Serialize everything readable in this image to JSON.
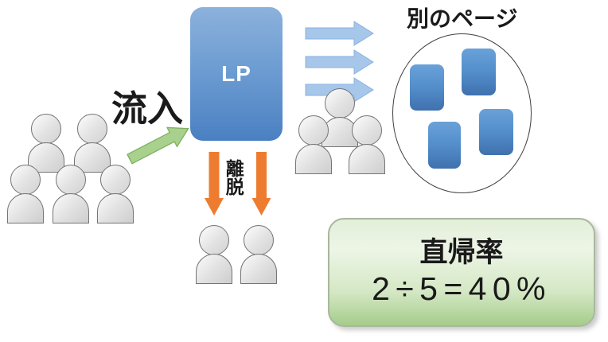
{
  "diagram": {
    "inflow_label": "流入",
    "lp_label": "LP",
    "exit_label": "離脱",
    "other_pages_label": "別のページ",
    "bounce": {
      "title": "直帰率",
      "formula": "2÷5=40%"
    },
    "counts": {
      "visitors_total": 5,
      "visitors_exited": 2,
      "visitors_navigated": 3,
      "other_pages": 4
    },
    "colors": {
      "lp_box_top": "#8CB1DC",
      "lp_box_bottom": "#4A80C2",
      "page_rect_top": "#6AA1D8",
      "page_rect_bottom": "#3F71AE",
      "inflow_arrow": "#A9D18E",
      "navigate_arrow": "#A6C6EA",
      "exit_arrow": "#EE7C30",
      "bounce_box_top": "#E3EFD9",
      "bounce_box_bottom": "#A5CC8B",
      "person_fill": "#E6E6E6",
      "text": "#1A1A1A"
    }
  }
}
